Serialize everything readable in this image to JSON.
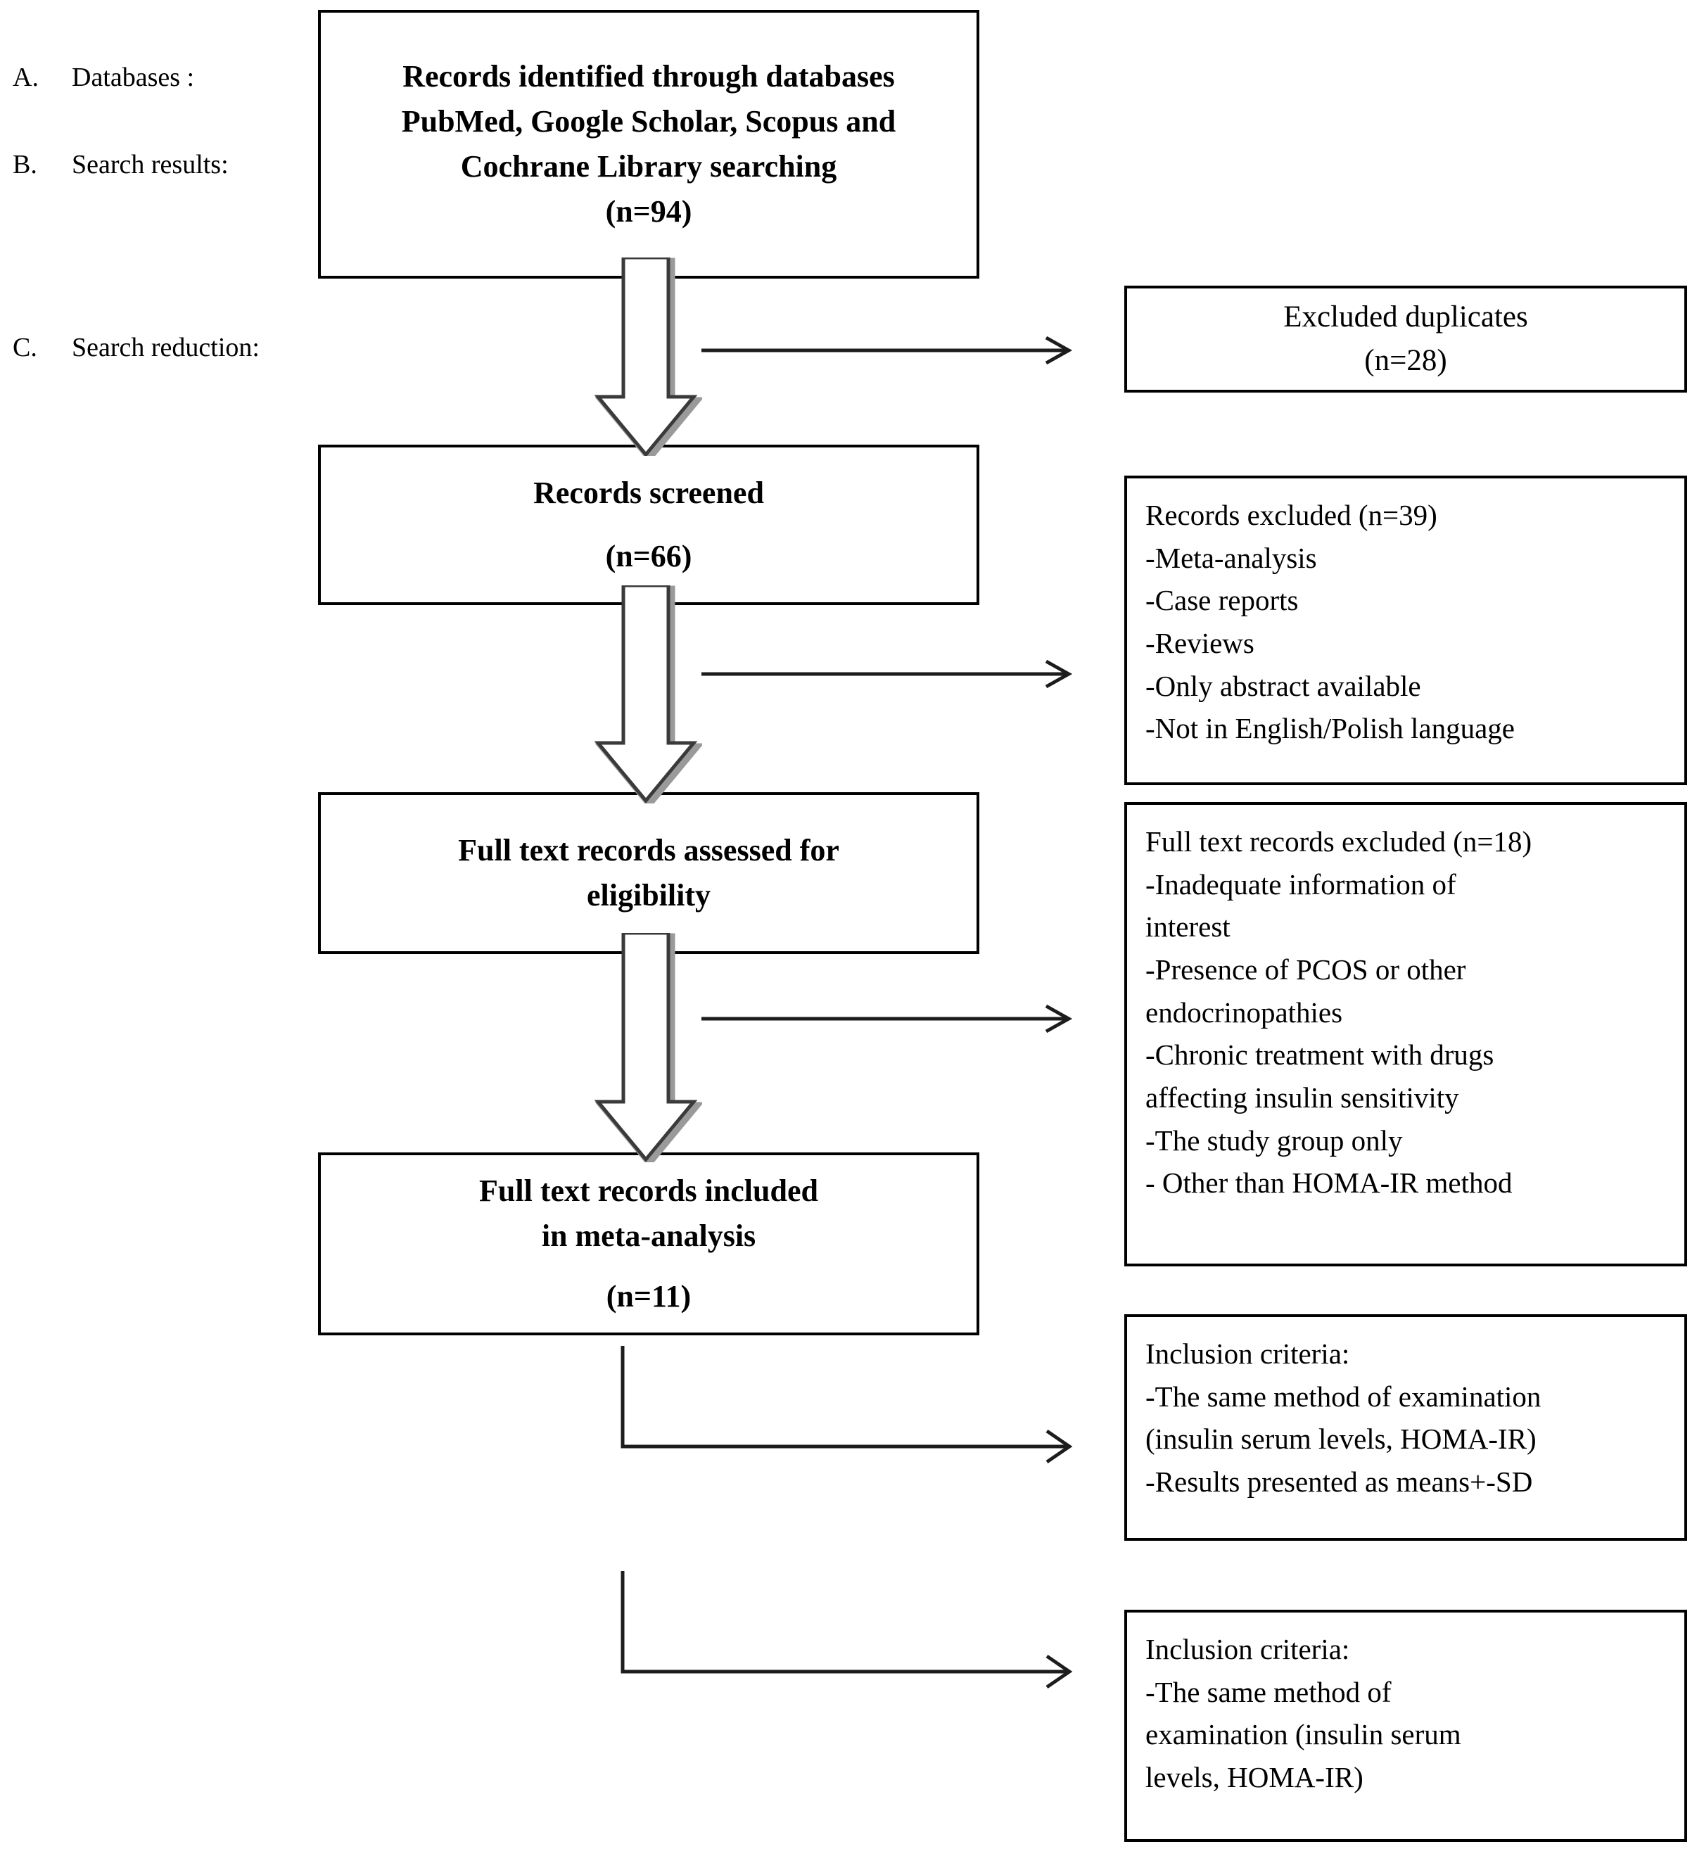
{
  "stages": [
    {
      "marker": "A.",
      "label": "Databases :"
    },
    {
      "marker": "B.",
      "label": "Search results:"
    },
    {
      "marker": "C.",
      "label": "Search reduction:"
    }
  ],
  "flow_boxes": [
    {
      "id": "identified",
      "lines": [
        "Records identified through databases",
        "PubMed, Google Scholar, Scopus and",
        "Cochrane Library searching",
        "(n=94)"
      ]
    },
    {
      "id": "screened",
      "lines": [
        "Records screened",
        "(n=66)"
      ]
    },
    {
      "id": "assessed",
      "lines": [
        "Full text records assessed for",
        "eligibility"
      ]
    },
    {
      "id": "included",
      "lines": [
        "Full text records included",
        "in meta-analysis",
        "(n=11)"
      ]
    }
  ],
  "side_boxes": [
    {
      "id": "excluded-duplicates",
      "align": "center",
      "lines": [
        "Excluded duplicates",
        "(n=28)"
      ]
    },
    {
      "id": "records-excluded",
      "align": "left",
      "lines": [
        "Records excluded (n=39)",
        "-Meta-analysis",
        "-Case reports",
        "-Reviews",
        "-Only abstract available",
        "-Not in English/Polish language"
      ]
    },
    {
      "id": "full-text-excluded",
      "align": "left",
      "lines": [
        "Full text records excluded (n=18)",
        "-Inadequate information of",
        "interest",
        "-Presence of PCOS or other",
        "endocrinopathies",
        "-Chronic treatment with drugs",
        "affecting insulin sensitivity",
        "-The study group only",
        "- Other than HOMA-IR method"
      ]
    },
    {
      "id": "inclusion-criteria-1",
      "align": "left",
      "lines": [
        "Inclusion criteria:",
        "-The same method of examination",
        "(insulin serum levels, HOMA-IR)",
        "-Results presented as means+-SD"
      ]
    },
    {
      "id": "inclusion-criteria-2",
      "align": "left",
      "lines": [
        "Inclusion criteria:",
        "-The same method of",
        "examination (insulin serum",
        "levels, HOMA-IR)"
      ]
    }
  ],
  "colors": {
    "stroke": "#000000",
    "fill": "#ffffff",
    "arrow_outline": "#3a3a3a",
    "arrow_shadow": "#9a9a9a"
  }
}
